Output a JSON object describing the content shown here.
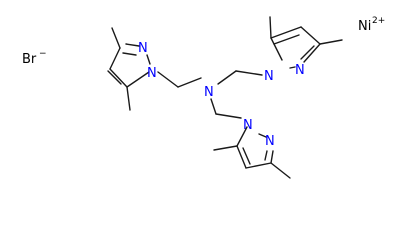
{
  "ions": {
    "bromide": {
      "symbol": "Br",
      "charge": "−"
    },
    "nickel": {
      "symbol": "Ni",
      "charge": "2+"
    }
  },
  "atoms": {
    "nitrogen": "N"
  },
  "colors": {
    "bond": "#1a1a1a",
    "nitrogen": "#0000ff",
    "text": "#000000",
    "background": "#ffffff"
  }
}
